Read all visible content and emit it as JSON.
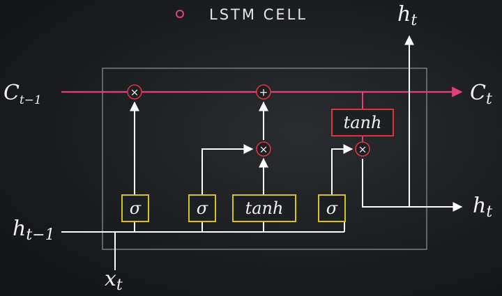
{
  "title": "LSTM CELL",
  "colors": {
    "cell_state": "#e0417c",
    "sigmoid_gate": "#d9c21e",
    "tanh_output": "#d9363e",
    "flow": "#ffffff",
    "frame": "#8a8c90",
    "title_dot": "#e0417c"
  },
  "labels": {
    "c_prev": {
      "base": "C",
      "sub": "t−1"
    },
    "c_next": {
      "base": "C",
      "sub": "t"
    },
    "h_prev": {
      "base": "h",
      "sub": "t−1"
    },
    "h_out_right": {
      "base": "h",
      "sub": "t"
    },
    "h_out_top": {
      "base": "h",
      "sub": "t"
    },
    "x_in": {
      "base": "x",
      "sub": "t"
    }
  },
  "gates": {
    "forget": "σ",
    "input": "σ",
    "candidate": "tanh",
    "output": "σ",
    "cell_tanh": "tanh"
  },
  "operators": {
    "forget_mult": "×",
    "cell_add": "+",
    "input_mult": "×",
    "output_mult": "×"
  }
}
